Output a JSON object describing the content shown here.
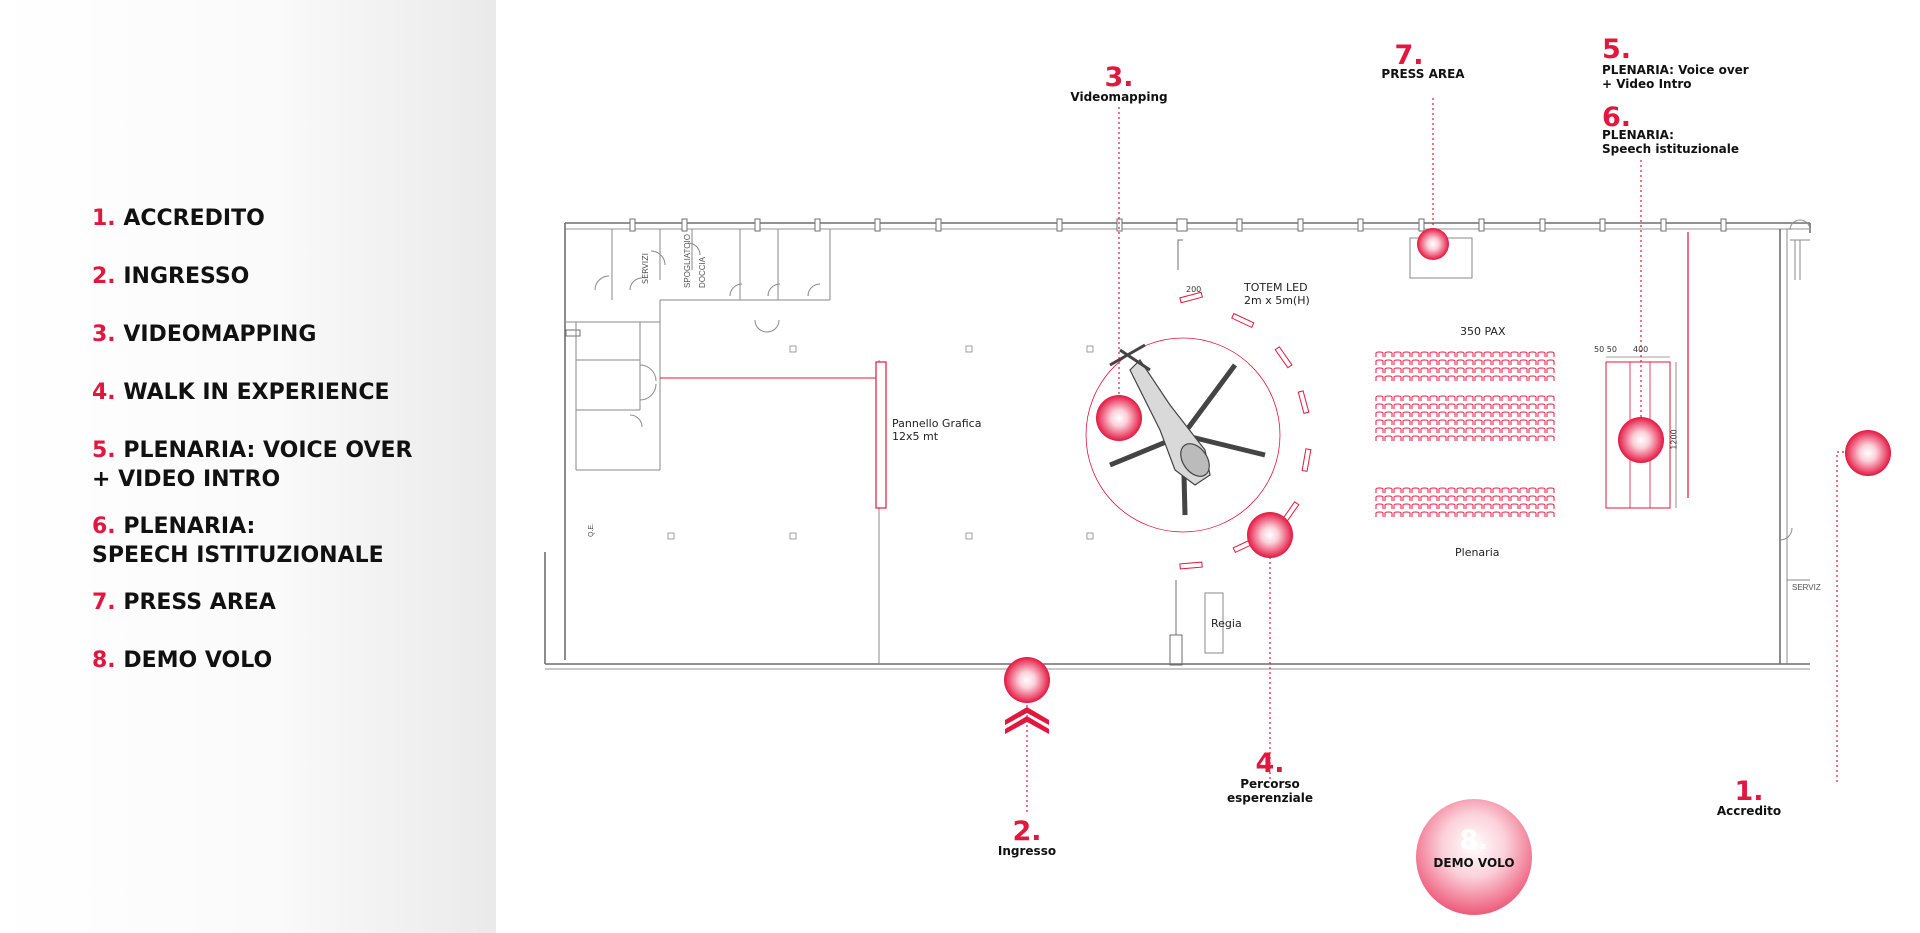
{
  "legend": [
    {
      "num": "1.",
      "text": "ACCREDITO"
    },
    {
      "num": "2.",
      "text": "INGRESSO"
    },
    {
      "num": "3.",
      "text": "VIDEOMAPPING"
    },
    {
      "num": "4.",
      "text": "WALK IN EXPERIENCE"
    },
    {
      "num": "5.",
      "text": "PLENARIA: VOICE OVER",
      "line2": "+ VIDEO INTRO"
    },
    {
      "num": "6.",
      "text": "PLENARIA:",
      "line2": "SPEECH ISTITUZIONALE"
    },
    {
      "num": "7.",
      "text": "PRESS AREA"
    },
    {
      "num": "8.",
      "text": "DEMO VOLO"
    }
  ],
  "callouts": {
    "c1": {
      "num": "1.",
      "text": "Accredito"
    },
    "c2": {
      "num": "2.",
      "text": "Ingresso"
    },
    "c3": {
      "num": "3.",
      "text": "Videomapping"
    },
    "c4": {
      "num": "4.",
      "line1": "Percorso",
      "line2": "esperenziale"
    },
    "c5": {
      "num": "5.",
      "line1": "PLENARIA: Voice over",
      "line2": "+ Video Intro"
    },
    "c6": {
      "num": "6.",
      "line1": "PLENARIA:",
      "line2": "Speech istituzionale"
    },
    "c7": {
      "num": "7.",
      "text": "PRESS AREA"
    },
    "c8": {
      "num": "8.",
      "text": "DEMO VOLO"
    }
  },
  "plan_labels": {
    "totem_line1": "TOTEM LED",
    "totem_line2": "2m x 5m(H)",
    "dim_200": "200",
    "pannello_line1": "Pannello Grafica",
    "pannello_line2": "12x5 mt",
    "pax": "350 PAX",
    "plenaria": "Plenaria",
    "regia": "Regia",
    "dim_50_50": "50 50",
    "dim_400": "400",
    "dim_1200": "1200",
    "servizi": "SERVIZI",
    "spogliatoio": "SPOGLIATOIO",
    "doccia": "DOCCIA",
    "qe": "Q.E.",
    "servizi_right": "SERVIZ"
  },
  "colors": {
    "accent": "#e2173e",
    "line": "#9a9a9a",
    "wall": "#6f6f6f"
  }
}
